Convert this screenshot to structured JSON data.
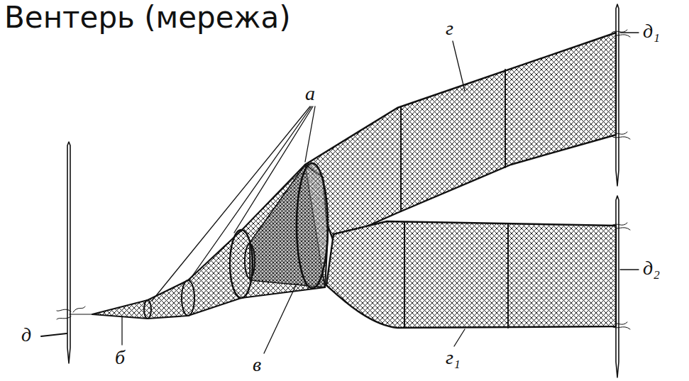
{
  "diagram": {
    "title": "Вентерь (мережа)",
    "labels": [
      "а",
      "б",
      "в",
      "г",
      "г₁",
      "д",
      "д₁",
      "д₂"
    ]
  }
}
